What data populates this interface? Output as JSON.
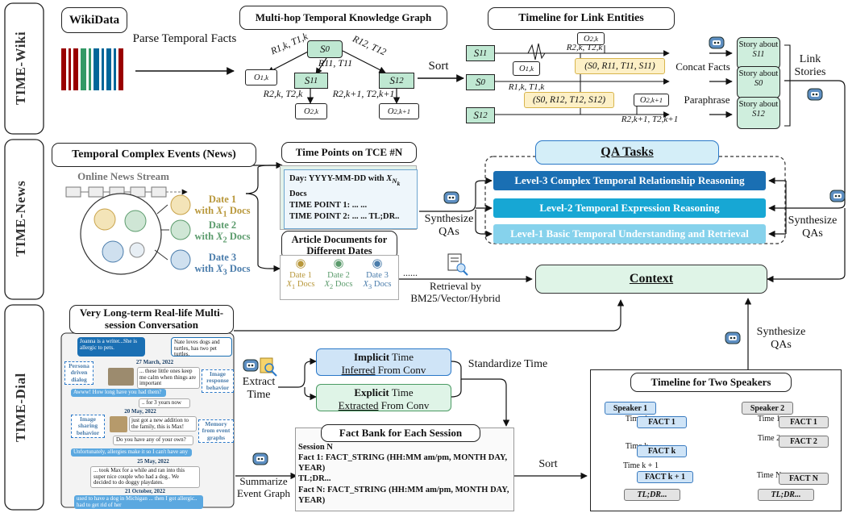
{
  "sections": {
    "wiki": "TIME-Wiki",
    "news": "TIME-News",
    "dial": "TIME-Dial"
  },
  "wiki": {
    "wikidata": "WikiData",
    "parse": "Parse Temporal Facts",
    "kg_title": "Multi-hop Temporal Knowledge Graph",
    "sort": "Sort",
    "timeline_title": "Timeline for Link Entities",
    "concat": "Concat Facts",
    "paraphrase": "Paraphrase",
    "link_stories": "Link Stories",
    "story_prefix": "Story about",
    "nodes": {
      "s0": "S",
      "s0_sub": "0",
      "s11": "S",
      "s11_sub": "11",
      "s12": "S",
      "s12_sub": "12",
      "o1k": "O",
      "o1k_sub": "1,k",
      "o2k": "O",
      "o2k_sub": "2,k",
      "o2k1": "O",
      "o2k1_sub": "2,k+1"
    },
    "edges": {
      "r1k": "R1,k, T1,k",
      "r11": "R11, T11",
      "r12": "R12, T12",
      "r2k": "R2,k, T2,k",
      "r2k1": "R2,k+1, T2,k+1"
    },
    "tuples": {
      "t1": "(S0, R11, T11, S11)",
      "t2": "(S0, R12, T12, S12)"
    },
    "stories": [
      "S11",
      "S0",
      "S12"
    ]
  },
  "news": {
    "tce_title": "Temporal Complex Events (News)",
    "stream": "Online News Stream",
    "dates": [
      {
        "label": "Date 1",
        "with": "with",
        "x": "X",
        "sub": "1",
        "docs": "Docs"
      },
      {
        "label": "Date 2",
        "with": "with",
        "x": "X",
        "sub": "2",
        "docs": "Docs"
      },
      {
        "label": "Date 3",
        "with": "with",
        "x": "X",
        "sub": "3",
        "docs": "Docs"
      }
    ],
    "timepoints_title": "Time Points on TCE #N",
    "doc_line1": "Day: YYYY-MM-DD with",
    "doc_line1b": "Docs",
    "doc_line2": "TIME POINT 1: ... ...",
    "doc_line3": "TIME POINT 2: ... ...",
    "doc_tldr": "TL;DR..",
    "articles_title": "Article Documents for Different Dates",
    "article_dots": "......",
    "synthesize": "Synthesize QAs",
    "retrieval": "Retrieval by BM25/Vector/Hybrid"
  },
  "qa": {
    "title": "QA Tasks",
    "levels": [
      {
        "label": "Level-3 Complex Temporal Relationship Reasoning",
        "color": "#1a6fb3"
      },
      {
        "label": "Level-2 Temporal Expression Reasoning",
        "color": "#17a7d4"
      },
      {
        "label": "Level-1 Basic Temporal Understanding and Retrieval",
        "color": "#86d2ec"
      }
    ],
    "context": "Context",
    "synthesize_right": "Synthesize QAs",
    "synthesize_bottom": "Synthesize QAs"
  },
  "dial": {
    "conv_title": "Very Long-term Real-life Multi-session Conversation",
    "persona": "Persona driven dialog",
    "image_response": "Image response behavior",
    "image_sharing": "Image sharing behavior",
    "memory": "Memory from event graphs",
    "chat_intro_left": "Joanna is a writer...She is allergic to pets.",
    "chat_intro_right": "Nate loves dogs and turtles, has two pet turtles.",
    "chat_dates": [
      "27 March, 2022",
      "20 May, 2022",
      "25 May, 2022",
      "21 October, 2022"
    ],
    "chat_msgs": [
      "... these little ones keep me calm when things are important",
      "Awww! How long have you had them?",
      ".. for 3 years now",
      "just got a new addition to the family, this is Max!",
      "Do you have any of your own?",
      "Unfortunately, allergies make it so I can't have any",
      "... took Max for a while and ran into this super nice couple who had a dog.. We decided to do doggy playdates.",
      "used to have a dog in Michigan ... then I got allergic.. had to get rid of her"
    ],
    "extract": "Extract Time",
    "implicit_bold": "Implicit",
    "implicit_time": "Time",
    "implicit_rest": "From Conv",
    "implicit_ul": "Inferred",
    "explicit_bold": "Explicit",
    "explicit_time": "Time",
    "explicit_ul": "Extracted",
    "explicit_rest": "From Conv",
    "standardize": "Standardize Time",
    "fact_bank_title": "Fact Bank for Each Session",
    "fact_lines": [
      "Session N",
      "Fact 1: FACT_STRING (HH:MM am/pm, MONTH DAY, YEAR)",
      "TL;DR...",
      "Fact N: FACT_STRING (HH:MM am/pm, MONTH DAY, YEAR)"
    ],
    "summarize": "Summarize Event Graph",
    "sort": "Sort",
    "timeline_title": "Timeline for Two Speakers",
    "speaker1": "Speaker 1",
    "speaker2": "Speaker 2",
    "s1_times": [
      "Time 1",
      "Time k",
      "Time k + 1"
    ],
    "s1_facts": [
      "FACT 1",
      "FACT k",
      "FACT k + 1"
    ],
    "s2_times": [
      "Time 1",
      "Time 2",
      "Time N"
    ],
    "s2_facts": [
      "FACT 1",
      "FACT 2",
      "FACT N"
    ],
    "tldr": "TL;DR..."
  }
}
